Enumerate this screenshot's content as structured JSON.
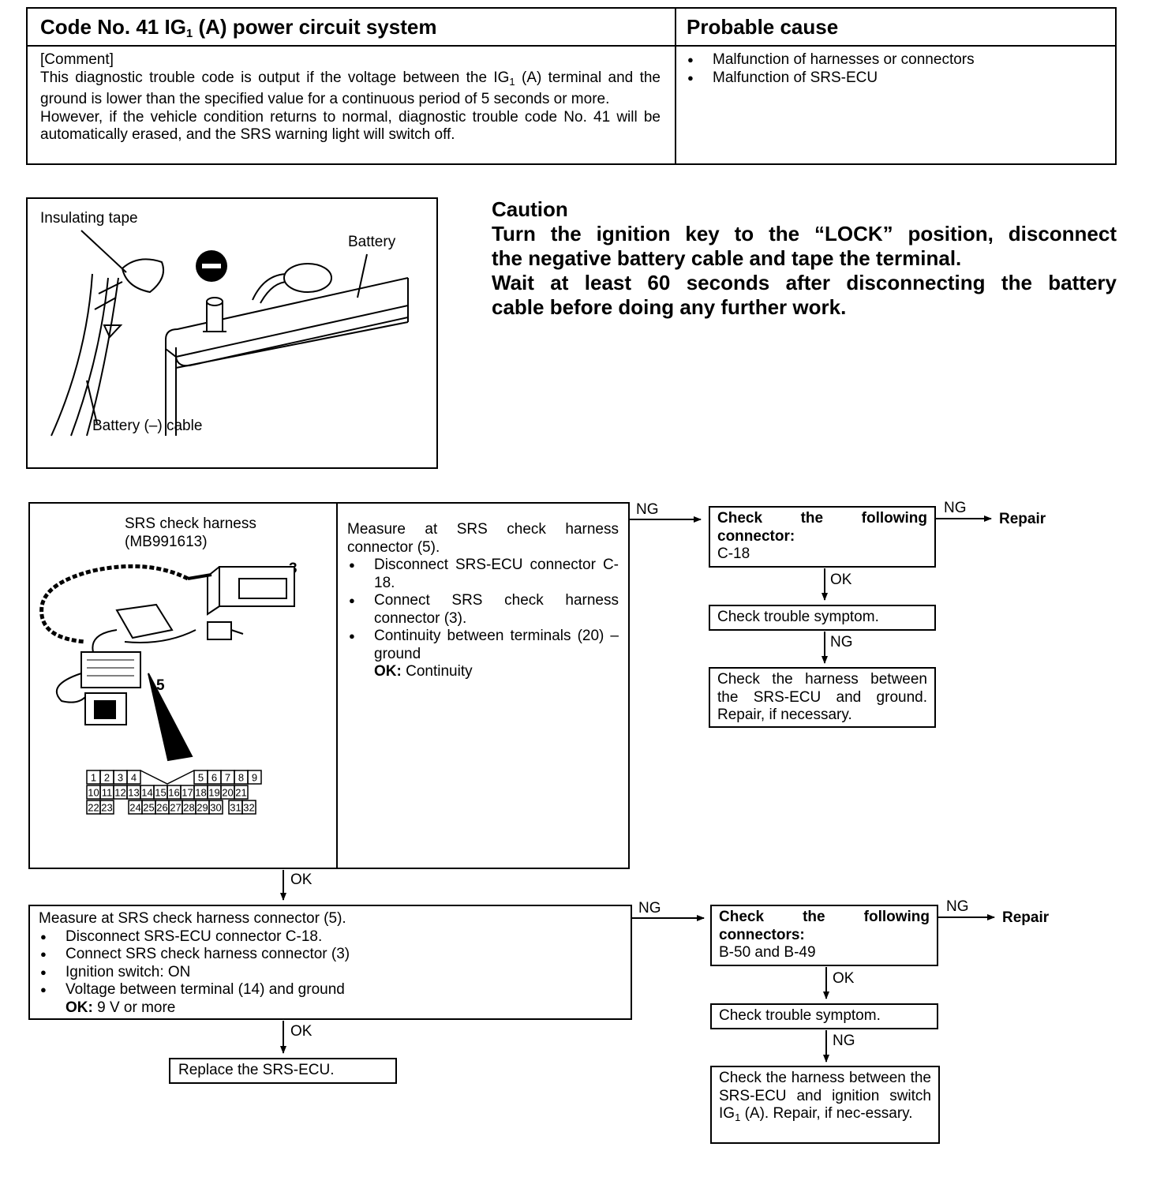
{
  "header": {
    "title_pre": "Code No. 41 IG",
    "title_sub": "1",
    "title_post": " (A) power circuit system",
    "cause_title": "Probable cause",
    "comment_label": "[Comment]",
    "comment_p1_pre": "This diagnostic trouble code is output if the voltage between the IG",
    "comment_p1_sub": "1",
    "comment_p1_post": " (A) terminal and the ground is lower than the specified value for a continuous period of 5 seconds or more.",
    "comment_p2": "However, if the vehicle condition returns to normal, diagnostic trouble code No. 41 will be automatically erased, and the SRS warning light will switch off.",
    "causes": [
      "Malfunction of harnesses or connectors",
      "Malfunction of SRS-ECU"
    ]
  },
  "battery_figure": {
    "insulating_tape": "Insulating tape",
    "battery": "Battery",
    "cable": "Battery (–) cable"
  },
  "caution": {
    "title": "Caution",
    "lines": [
      "Turn the ignition key to the “LOCK” position, disconnect",
      "the negative battery cable and tape the terminal.",
      "Wait at least 60 seconds after disconnecting the battery",
      "cable before doing any further work."
    ]
  },
  "harness_figure": {
    "name": "SRS check harness",
    "part_no": "(MB991613)",
    "label_3": "3",
    "label_5": "5",
    "pins_row1": [
      "1",
      "2",
      "3",
      "4",
      "5",
      "6",
      "7",
      "8",
      "9"
    ],
    "pins_row2": [
      "10",
      "11",
      "12",
      "13",
      "14",
      "15",
      "16",
      "17",
      "18",
      "19",
      "20",
      "21"
    ],
    "pins_row3": [
      "22",
      "23",
      "24",
      "25",
      "26",
      "27",
      "28",
      "29",
      "30",
      "31",
      "32"
    ]
  },
  "step1": {
    "intro": "Measure at SRS check harness connector (5).",
    "bullets": [
      "Disconnect SRS-ECU connector C-18.",
      "Connect SRS check harness connector (3).",
      "Continuity between terminals (20) – ground"
    ],
    "ok_label": "OK:",
    "ok_value": " Continuity"
  },
  "branch1": {
    "ng1": "NG",
    "check_label": "Check the following connector:",
    "check_value": "C-18",
    "ng2": "NG",
    "repair": "Repair",
    "ok": "OK",
    "symptom": "Check trouble symptom.",
    "ng3": "NG",
    "harness": "Check the harness between the SRS-ECU and ground. Repair, if necessary."
  },
  "ok_1": "OK",
  "step2": {
    "intro": "Measure at SRS check harness connector (5).",
    "bullets": [
      "Disconnect SRS-ECU connector C-18.",
      "Connect SRS check harness connector (3)",
      "Ignition switch: ON",
      "Voltage between terminal (14) and ground"
    ],
    "ok_label": "OK:",
    "ok_value": " 9 V or more"
  },
  "branch2": {
    "ng1": "NG",
    "check_label": "Check the following connectors:",
    "check_value": "B-50 and B-49",
    "ng2": "NG",
    "repair": "Repair",
    "ok": "OK",
    "symptom": "Check trouble symptom.",
    "ng3": "NG",
    "harness_pre": "Check the harness between the SRS-ECU and ignition switch IG",
    "harness_sub": "1",
    "harness_post": " (A). Repair, if nec-essary."
  },
  "ok_2": "OK",
  "replace": "Replace the SRS-ECU."
}
